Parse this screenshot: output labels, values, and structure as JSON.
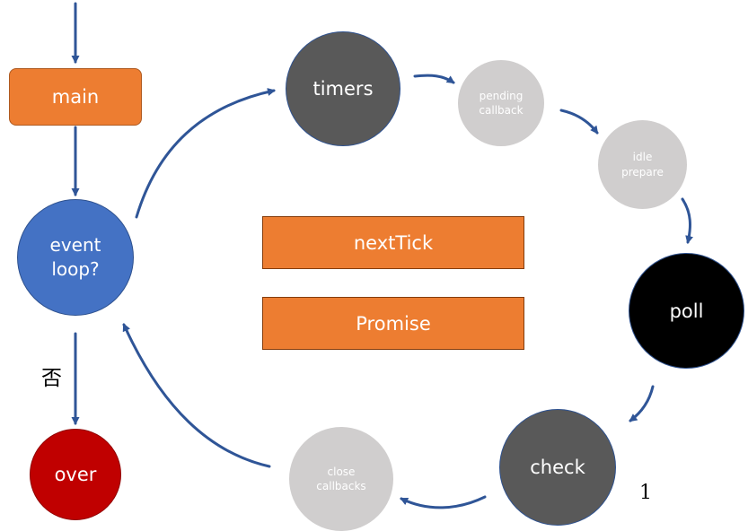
{
  "colors": {
    "arrow": "#2f5597",
    "main": "#ed7d31",
    "event_loop": "#4472c4",
    "over": "#c00000",
    "dark_phase": "#595959",
    "poll": "#000000",
    "light_phase": "#d0cece",
    "microtask": "#ed7d31"
  },
  "nodes": {
    "main": "main",
    "event_loop": "event\nloop?",
    "over": "over",
    "timers": "timers",
    "pending_callback": "pending\ncallback",
    "idle_prepare": "idle\nprepare",
    "poll": "poll",
    "check": "check",
    "close_callbacks": "close\ncallbacks"
  },
  "microtasks": {
    "next_tick": "nextTick",
    "promise": "Promise"
  },
  "edge_labels": {
    "no": "否",
    "one": "1"
  }
}
